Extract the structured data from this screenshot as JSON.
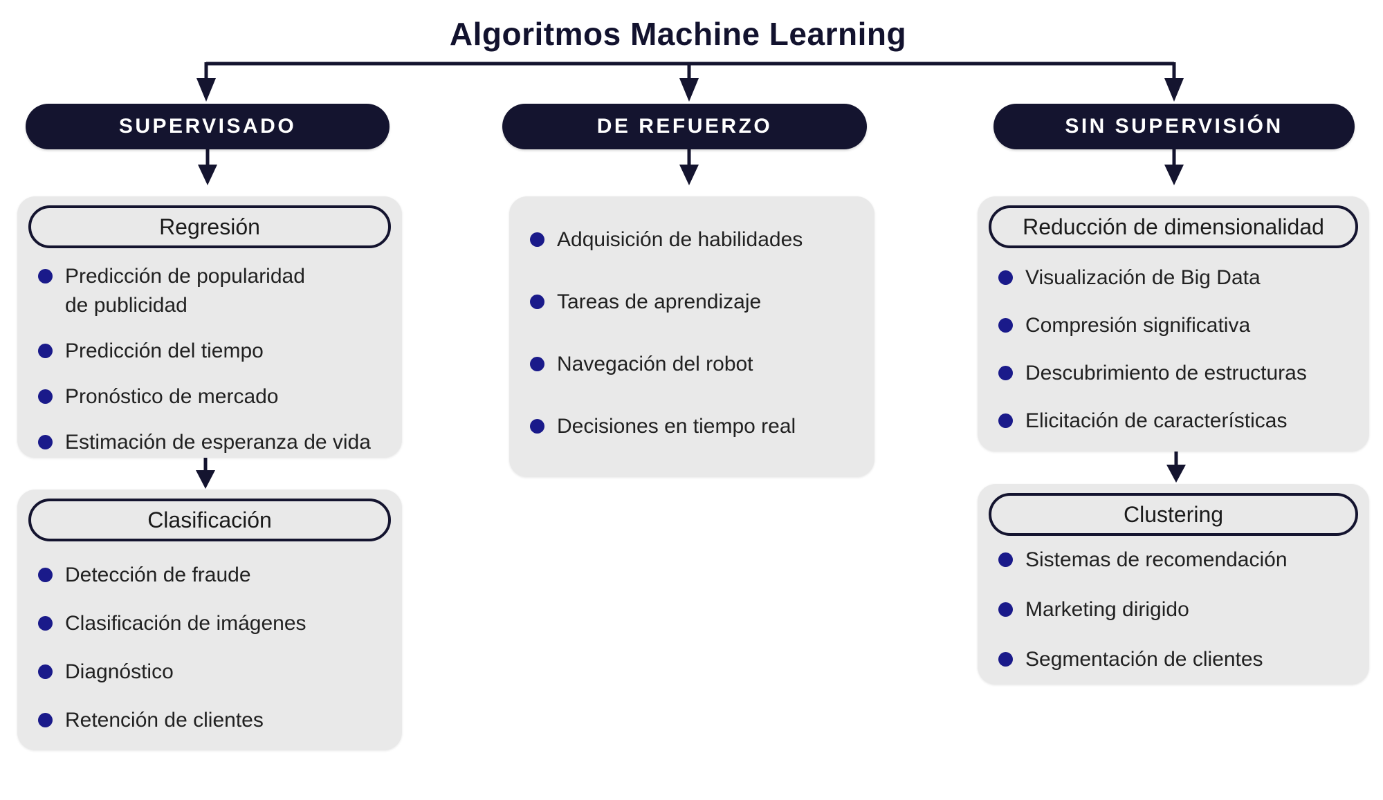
{
  "title": "Algoritmos Machine Learning",
  "colors": {
    "navy": "#14142f",
    "bullet_blue": "#1a1a8a",
    "card_gray": "#e9e9e9",
    "body_text": "#212121",
    "pill_text": "#ffffff",
    "background": "#ffffff"
  },
  "branches": [
    {
      "label": "SUPERVISADO",
      "cards": [
        {
          "header": "Regresión",
          "items": [
            "Predicción de popularidad\nde publicidad",
            "Predicción del tiempo",
            "Pronóstico de mercado",
            "Estimación de esperanza de vida"
          ]
        },
        {
          "header": "Clasificación",
          "items": [
            "Detección de fraude",
            "Clasificación de imágenes",
            "Diagnóstico",
            "Retención de clientes"
          ]
        }
      ]
    },
    {
      "label": "DE REFUERZO",
      "cards": [
        {
          "header": "",
          "items": [
            "Adquisición de habilidades",
            "Tareas de aprendizaje",
            "Navegación del robot",
            "Decisiones en tiempo real"
          ]
        }
      ]
    },
    {
      "label": "SIN SUPERVISIÓN",
      "cards": [
        {
          "header": "Reducción de dimensionalidad",
          "items": [
            "Visualización de Big Data",
            "Compresión significativa",
            "Descubrimiento de estructuras",
            "Elicitación de características"
          ]
        },
        {
          "header": "Clustering",
          "items": [
            "Sistemas de recomendación",
            "Marketing dirigido",
            "Segmentación de clientes"
          ]
        }
      ]
    }
  ]
}
